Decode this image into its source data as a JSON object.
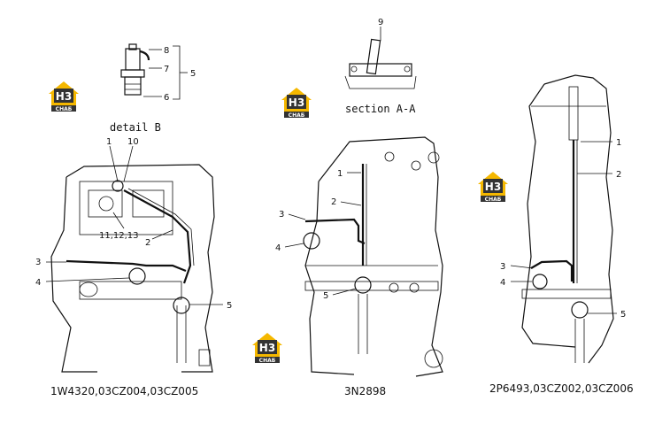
{
  "brand": {
    "logo_text": "H3",
    "logo_sub": "CHAБ",
    "colors": {
      "yellow": "#f5b800",
      "dark": "#333333"
    }
  },
  "diagram_left": {
    "caption": "1W4320,03CZ004,03CZ005",
    "detail_label": "detail B",
    "detail_callouts": [
      "8",
      "7",
      "5",
      "6"
    ],
    "callouts": [
      "1",
      "10",
      "11,12,13",
      "2",
      "3",
      "4",
      "5"
    ]
  },
  "diagram_center": {
    "caption": "3N2898",
    "section_label": "section A-A",
    "section_callout": "9",
    "callouts": [
      "1",
      "2",
      "3",
      "4",
      "5"
    ]
  },
  "diagram_right": {
    "caption": "2P6493,03CZ002,03CZ006",
    "callouts": [
      "1",
      "2",
      "3",
      "4",
      "5"
    ]
  }
}
